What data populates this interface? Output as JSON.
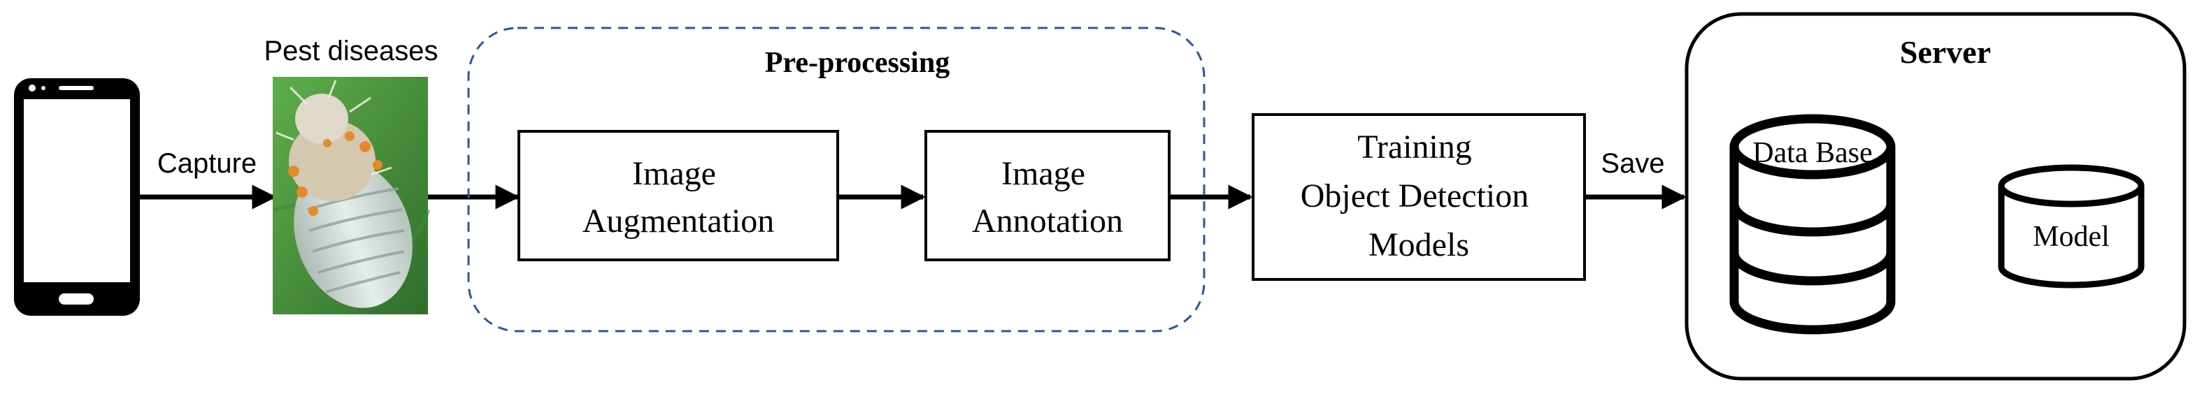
{
  "labels": {
    "pest_diseases": "Pest diseases",
    "capture": "Capture",
    "preprocessing_title": "Pre-processing",
    "image_augmentation": [
      "Image",
      "Augmentation"
    ],
    "image_annotation": [
      "Image",
      "Annotation"
    ],
    "training": [
      "Training",
      "Object Detection",
      "Models"
    ],
    "save": "Save",
    "server_title": "Server",
    "database": "Data Base",
    "model": "Model"
  },
  "colors": {
    "stroke": "#000000",
    "dashed_border": "#2f5597",
    "leaf_dark": "#2f6e2c",
    "leaf_light": "#5fae4a",
    "larva_body": "#c9d5cf",
    "larva_tuft": "#e58a2a"
  },
  "icons": {
    "phone": "smartphone-icon",
    "pest": "pest-caterpillar-image",
    "database": "database-cylinder-icon",
    "model": "model-cylinder-icon"
  }
}
